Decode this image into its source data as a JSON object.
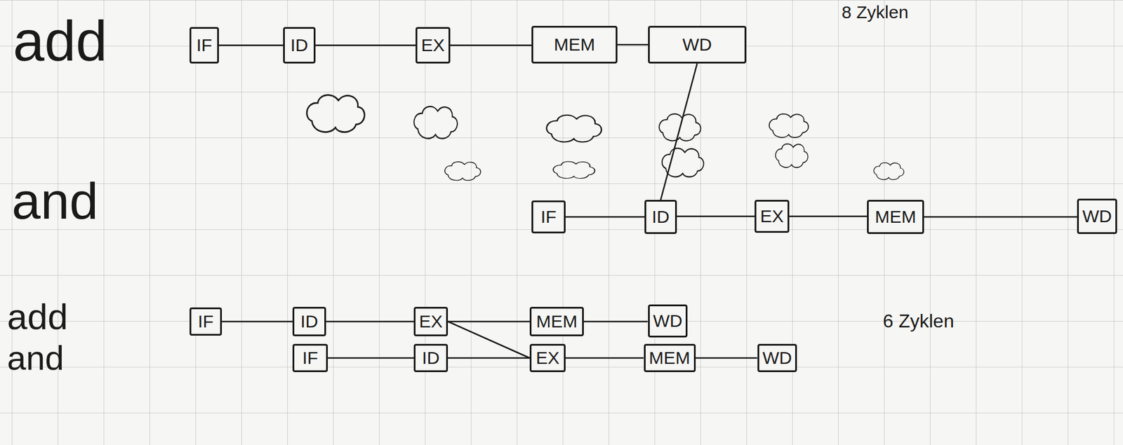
{
  "diagram": {
    "nodes": [
      {
        "text": [
          "IF"
        ]
      },
      {
        "text": [
          "ID"
        ]
      },
      {
        "text": [
          "EX"
        ]
      },
      {
        "text": [
          "MEM"
        ]
      },
      {
        "text": [
          "WD"
        ]
      },
      {
        "text": [
          "IF"
        ]
      },
      {
        "text": [
          "ID"
        ]
      },
      {
        "text": [
          "EX"
        ]
      },
      {
        "text": [
          "MEM"
        ]
      },
      {
        "text": [
          "WD"
        ]
      },
      {
        "text": [
          "IF"
        ]
      },
      {
        "text": [
          "ID"
        ]
      },
      {
        "text": [
          "EX"
        ]
      },
      {
        "text": [
          "MEM"
        ]
      },
      {
        "text": [
          "WD"
        ]
      },
      {
        "text": [
          "IF"
        ]
      },
      {
        "text": [
          "ID"
        ]
      },
      {
        "text": [
          "EX"
        ]
      },
      {
        "text": [
          "MEM"
        ]
      },
      {
        "text": [
          "WD"
        ]
      }
    ],
    "edges": [
      {
        "from": 0,
        "to": 1,
        "arrow": "none"
      },
      {
        "from": 1,
        "to": 2,
        "arrow": "none"
      },
      {
        "from": 2,
        "to": 3,
        "arrow": "none"
      },
      {
        "from": 3,
        "to": 4,
        "arrow": "none"
      },
      {
        "from": 5,
        "to": 6,
        "arrow": "none"
      },
      {
        "from": 6,
        "to": 7,
        "arrow": "none"
      },
      {
        "from": 7,
        "to": 8,
        "arrow": "none"
      },
      {
        "from": 8,
        "to": 9,
        "arrow": "none"
      },
      {
        "from": 10,
        "to": 11,
        "arrow": "none"
      },
      {
        "from": 11,
        "to": 12,
        "arrow": "none"
      },
      {
        "from": 12,
        "to": 13,
        "arrow": "none"
      },
      {
        "from": 13,
        "to": 14,
        "arrow": "none"
      },
      {
        "from": 15,
        "to": 16,
        "arrow": "none"
      },
      {
        "from": 16,
        "to": 17,
        "arrow": "none"
      },
      {
        "from": 17,
        "to": 18,
        "arrow": "none"
      },
      {
        "from": 18,
        "to": 19,
        "arrow": "none"
      },
      {
        "from": 4,
        "to": 6,
        "arrow": "none"
      },
      {
        "from": 12,
        "to": 17,
        "arrow": "none"
      }
    ],
    "labels": [
      "add",
      "and",
      "add",
      "and",
      "8 Zyklen",
      "6 Zyklen"
    ]
  }
}
